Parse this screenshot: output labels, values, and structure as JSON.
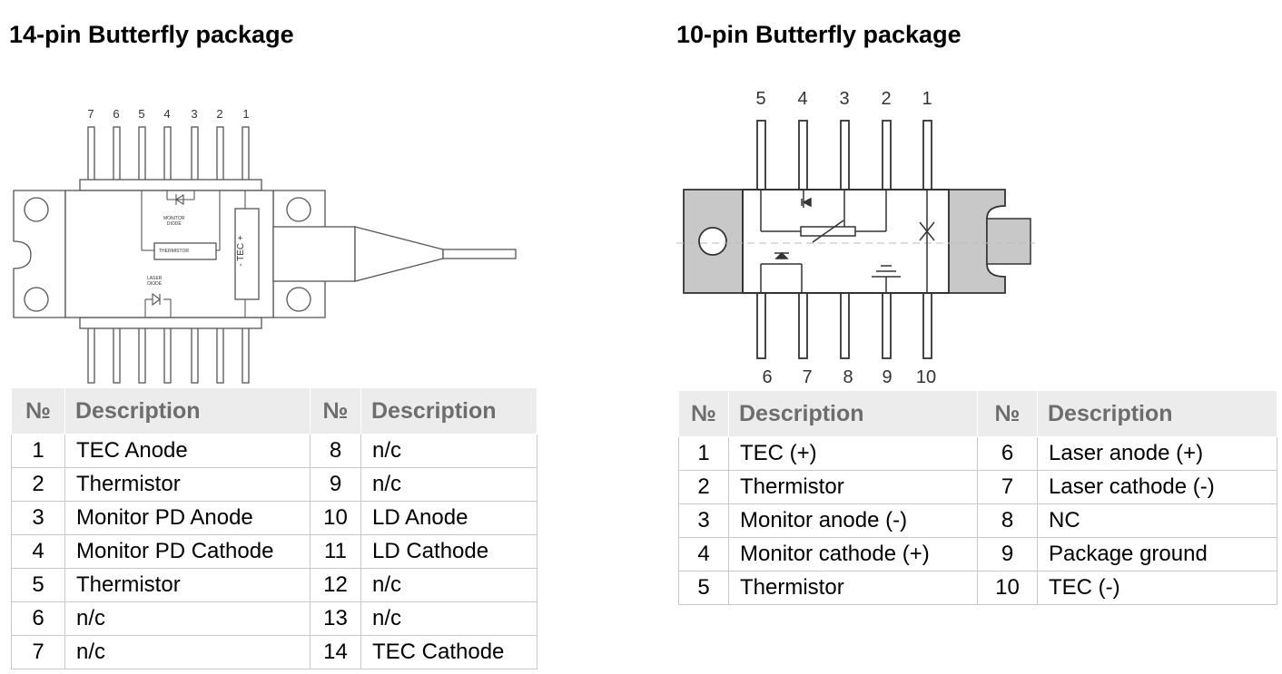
{
  "package14": {
    "title": "14-pin Butterfly package",
    "top_pins": [
      "7",
      "6",
      "5",
      "4",
      "3",
      "2",
      "1"
    ],
    "labels": {
      "monitor_diode": "MONITOR\nDIODE",
      "thermistor": "THERMISTOR",
      "laser_diode": "LASER\nDIODE",
      "tec": "- TEC +"
    },
    "table": {
      "headers": [
        "№",
        "Description",
        "№",
        "Description"
      ],
      "rows": [
        [
          "1",
          "TEC Anode",
          "8",
          "n/c"
        ],
        [
          "2",
          "Thermistor",
          "9",
          "n/c"
        ],
        [
          "3",
          "Monitor PD Anode",
          "10",
          "LD Anode"
        ],
        [
          "4",
          "Monitor PD Cathode",
          "11",
          "LD Cathode"
        ],
        [
          "5",
          "Thermistor",
          "12",
          "n/c"
        ],
        [
          "6",
          "n/c",
          "13",
          "n/c"
        ],
        [
          "7",
          "n/c",
          "14",
          "TEC Cathode"
        ]
      ]
    }
  },
  "package10": {
    "title": "10-pin Butterfly package",
    "top_pins": [
      "5",
      "4",
      "3",
      "2",
      "1"
    ],
    "bottom_pins": [
      "6",
      "7",
      "8",
      "9",
      "10"
    ],
    "table": {
      "headers": [
        "№",
        "Description",
        "№",
        "Description"
      ],
      "rows": [
        [
          "1",
          "TEC (+)",
          "6",
          "Laser anode (+)"
        ],
        [
          "2",
          "Thermistor",
          "7",
          "Laser cathode (-)"
        ],
        [
          "3",
          "Monitor anode (-)",
          "8",
          "NC"
        ],
        [
          "4",
          "Monitor cathode (+)",
          "9",
          "Package ground"
        ],
        [
          "5",
          "Thermistor",
          "10",
          "TEC (-)"
        ]
      ]
    }
  }
}
